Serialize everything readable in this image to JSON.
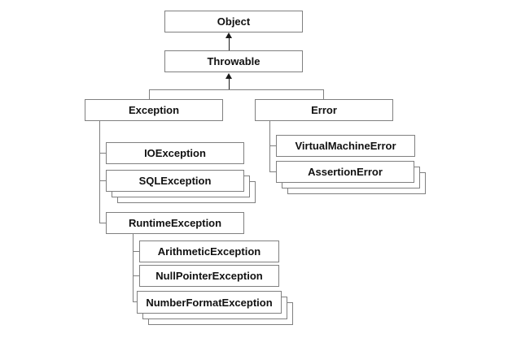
{
  "nodes": {
    "object": {
      "label": "Object"
    },
    "throwable": {
      "label": "Throwable"
    },
    "exception": {
      "label": "Exception"
    },
    "error": {
      "label": "Error"
    },
    "ioexception": {
      "label": "IOException"
    },
    "sqlexception": {
      "label": "SQLException"
    },
    "runtimeexception": {
      "label": "RuntimeException"
    },
    "arithmeticexception": {
      "label": "ArithmeticException"
    },
    "nullpointerexception": {
      "label": "NullPointerException"
    },
    "numberformatexception": {
      "label": "NumberFormatException"
    },
    "virtualmachineerror": {
      "label": "VirtualMachineError"
    },
    "assertionerror": {
      "label": "AssertionError"
    }
  },
  "edges": [
    {
      "from": "throwable",
      "to": "object",
      "arrow": true
    },
    {
      "from": "exception",
      "to": "throwable",
      "arrow": true
    },
    {
      "from": "error",
      "to": "throwable",
      "arrow": true
    },
    {
      "from": "ioexception",
      "to": "exception"
    },
    {
      "from": "sqlexception",
      "to": "exception"
    },
    {
      "from": "runtimeexception",
      "to": "exception"
    },
    {
      "from": "arithmeticexception",
      "to": "runtimeexception"
    },
    {
      "from": "nullpointerexception",
      "to": "runtimeexception"
    },
    {
      "from": "numberformatexception",
      "to": "runtimeexception"
    },
    {
      "from": "virtualmachineerror",
      "to": "error"
    },
    {
      "from": "assertionerror",
      "to": "error"
    }
  ],
  "stacks_with_more_items": [
    "sqlexception",
    "numberformatexception",
    "assertionerror"
  ],
  "colors": {
    "border": "#808080",
    "line": "#7f7f7f",
    "arrow": "#1a1a1a",
    "text": "#111111",
    "background": "#ffffff"
  }
}
